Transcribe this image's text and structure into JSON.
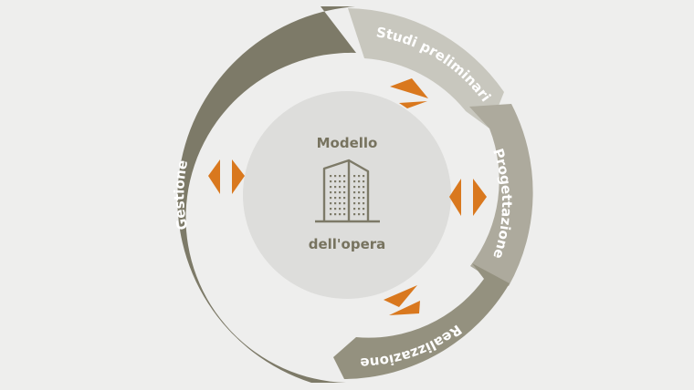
{
  "diagram": {
    "center": {
      "line1": "Modello",
      "line2": "dell'opera",
      "icon": "building-icon"
    },
    "phases": [
      {
        "id": "studi",
        "label": "Studi preliminari"
      },
      {
        "id": "progettazione",
        "label": "Progettazione"
      },
      {
        "id": "realizzazione",
        "label": "Realizzazione"
      },
      {
        "id": "gestione",
        "label": "Gestione"
      }
    ],
    "colors": {
      "background": "#eeeeed",
      "inner_disc": "#dddddb",
      "gestione": "#7d7a68",
      "studi": "#c8c7be",
      "progettazione": "#adaa9d",
      "realizzazione": "#94917f",
      "arrow": "#d9781e",
      "text_dark": "#77735f",
      "icon": "#7d7a68"
    }
  }
}
